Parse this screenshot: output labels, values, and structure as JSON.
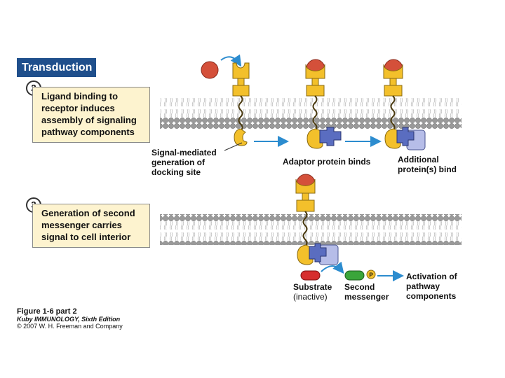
{
  "title": "Transduction",
  "steps": [
    {
      "number": "2",
      "lines": [
        "Ligand binding to",
        "receptor induces",
        "assembly of signaling",
        "pathway components"
      ]
    },
    {
      "number": "3",
      "lines": [
        "Generation of second",
        "messenger carries",
        "signal to cell interior"
      ]
    }
  ],
  "labels": {
    "docking": [
      "Signal-mediated",
      "generation of",
      "docking site"
    ],
    "adaptor": "Adaptor protein binds",
    "additional": [
      "Additional",
      "protein(s) bind"
    ],
    "substrate": [
      "Substrate",
      "(inactive)"
    ],
    "second_messenger": [
      "Second",
      "messenger"
    ],
    "activation": [
      "Activation of",
      "pathway",
      "components"
    ],
    "phospho": "P"
  },
  "caption": {
    "figure": "Figure 1-6 part 2",
    "book": "Kuby IMMUNOLOGY, Sixth Edition",
    "copyright": "© 2007 W. H. Freeman and Company"
  },
  "colors": {
    "banner": "#1f4f8c",
    "box": "#fdf3cf",
    "ligand": "#d4503a",
    "receptor": "#f3c02b",
    "adaptor": "#5a6dc0",
    "additional": "#b6bde8",
    "substrate": "#d62e2e",
    "messenger": "#3aa53a",
    "arrow": "#2c8ccf",
    "membrane_head": "#9a9a9a"
  }
}
